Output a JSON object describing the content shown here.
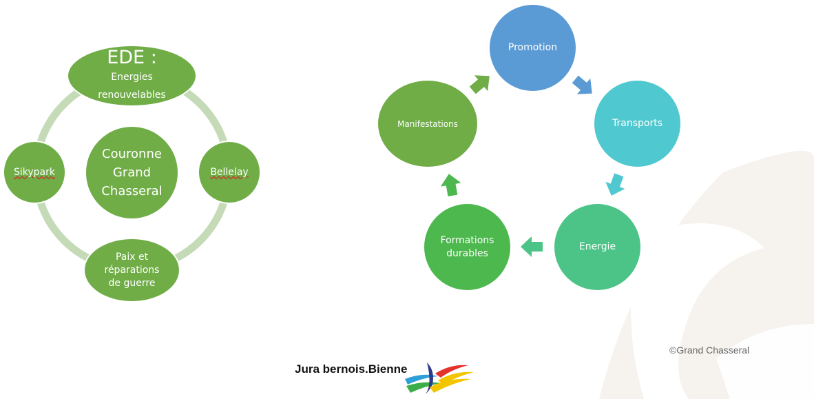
{
  "left_diagram": {
    "top_node": {
      "title": "EDE :",
      "line1": "Energies",
      "line2": "renouvelables"
    },
    "center_node": {
      "line1": "Couronne",
      "line2": "Grand",
      "line3": "Chasseral"
    },
    "left_node": {
      "label": "Sikypark"
    },
    "right_node": {
      "label": "Bellelay"
    },
    "bottom_node": {
      "line1": "Paix et",
      "line2": "réparations",
      "line3": "de guerre"
    }
  },
  "cycle_diagram": {
    "nodes": [
      {
        "label": "Promotion",
        "color": "#5b9bd5"
      },
      {
        "label": "Transports",
        "color": "#4fc9cf"
      },
      {
        "label": "Energie",
        "color": "#4dc487"
      },
      {
        "label1": "Formations",
        "label2": "durables",
        "color": "#4cb84d"
      },
      {
        "label": "Manifestations",
        "color": "#70ad47"
      }
    ]
  },
  "colors": {
    "green": "#70ad47",
    "ring": "#c5dbb8"
  },
  "credit": "©Grand Chasseral",
  "logo": {
    "text": "Jura bernois.Bienne"
  }
}
